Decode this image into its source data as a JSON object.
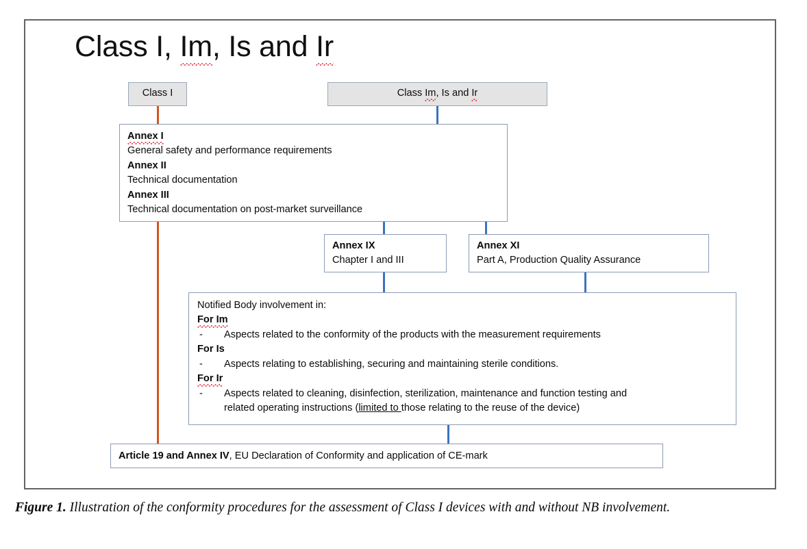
{
  "figure": {
    "title_parts": [
      {
        "text": "Class I, ",
        "spellerror": false
      },
      {
        "text": "Im",
        "spellerror": true
      },
      {
        "text": ", Is and ",
        "spellerror": false
      },
      {
        "text": "Ir",
        "spellerror": true
      }
    ],
    "title_plain": "Class I, Im, Is and Ir",
    "caption_label": "Figure 1.",
    "caption_text": " Illustration of the conformity procedures for the assessment of Class I devices with and without NB involvement."
  },
  "nodes": {
    "class_i": {
      "label": "Class I"
    },
    "class_im_is_ir": {
      "label_pre": "Class ",
      "label_im": "Im",
      "label_mid": ", Is and ",
      "label_ir": "Ir"
    },
    "annexes": {
      "annex_i_title": "Annex I",
      "annex_i_text": "General safety and performance requirements",
      "annex_ii_title": "Annex II",
      "annex_ii_text": "Technical documentation",
      "annex_iii_title": "Annex III",
      "annex_iii_text": "Technical documentation on post-market surveillance"
    },
    "annex_ix": {
      "title": "Annex IX",
      "text": "Chapter I and III"
    },
    "annex_xi": {
      "title": "Annex XI",
      "text": "Part A, Production Quality Assurance"
    },
    "notified_body": {
      "heading": "Notified Body involvement in:",
      "for_im_label": "For Im",
      "for_im_dash": "-",
      "for_im_text": "Aspects related to the conformity of the products with the measurement requirements",
      "for_is_label": "For Is",
      "for_is_dash": "-",
      "for_is_text": "Aspects relating to establishing, securing and maintaining sterile conditions.",
      "for_ir_label": "For Ir",
      "for_ir_dash": "-",
      "for_ir_text_a": "Aspects related to cleaning, disinfection, sterilization, maintenance and function testing and",
      "for_ir_text_b1": "related operating instructions (",
      "for_ir_text_b2": "limited to ",
      "for_ir_text_b3": "those relating to the reuse of the device)"
    },
    "article_19": {
      "bold": "Article 19 and Annex IV",
      "rest": ", EU Declaration of Conformity and application of CE-mark"
    }
  },
  "colors": {
    "connector_blue": "#3b72bf",
    "connector_orange": "#d2551f",
    "box_border": "#8a9bb5",
    "box_fill_grey": "#e4e4e4",
    "frame_border": "#636363"
  }
}
